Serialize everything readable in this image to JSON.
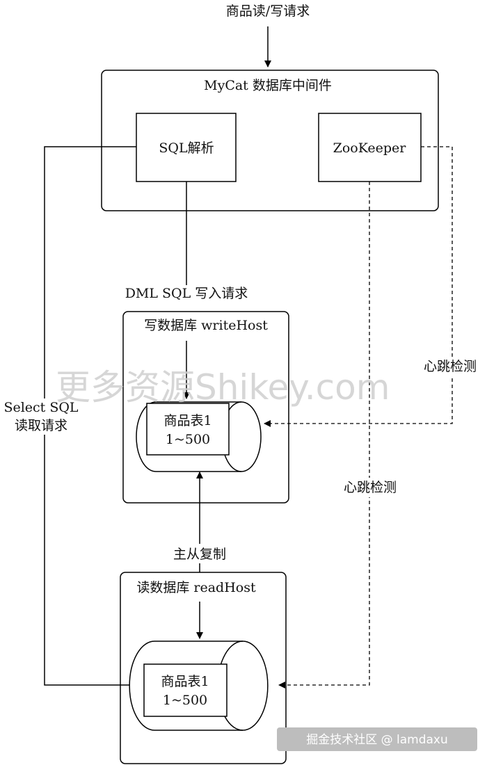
{
  "diagram": {
    "top_request": "商品读/写请求",
    "mycat_title": "MyCat 数据库中间件",
    "sql_parse": "SQL解析",
    "zookeeper": "ZooKeeper",
    "dml_label": "DML SQL 写入请求",
    "write_db_title": "写数据库 writeHost",
    "write_table_line1": "商品表1",
    "write_table_line2": "1~500",
    "heartbeat_1": "心跳检测",
    "heartbeat_2": "心跳检测",
    "select_line1": "Select SQL",
    "select_line2": "读取请求",
    "replication": "主从复制",
    "read_db_title": "读数据库 readHost",
    "read_table_line1": "商品表1",
    "read_table_line2": "1~500"
  },
  "overlay": {
    "watermark": "更多资源Shikey.com",
    "footer": "掘金技术社区 @ lamdaxu"
  }
}
